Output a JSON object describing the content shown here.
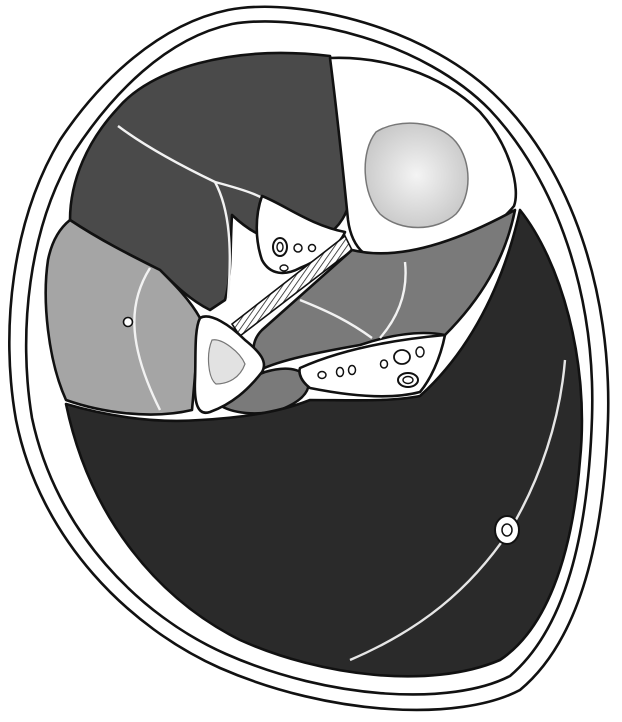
{
  "figure": {
    "description_free": true,
    "regions": [
      {
        "id": "skin",
        "color": "#ffffff"
      },
      {
        "id": "subcutaneous-layer",
        "color": "#ffffff"
      },
      {
        "id": "bone-cortex",
        "color": "#ffffff"
      },
      {
        "id": "bone-marrow",
        "color": "#dcdcdc"
      },
      {
        "id": "fibula",
        "color": "#e6e6e6"
      },
      {
        "id": "anterior-compartment",
        "color": "#4a4a4a"
      },
      {
        "id": "lateral-compartment",
        "color": "#a5a5a5"
      },
      {
        "id": "deep-posterior-compartment",
        "color": "#7a7a7a"
      },
      {
        "id": "superficial-posterior-compartment",
        "color": "#2a2a2a"
      },
      {
        "id": "interosseous-membrane",
        "color": "#ffffff"
      },
      {
        "id": "fascia",
        "color": "#ffffff"
      }
    ],
    "labels": []
  }
}
